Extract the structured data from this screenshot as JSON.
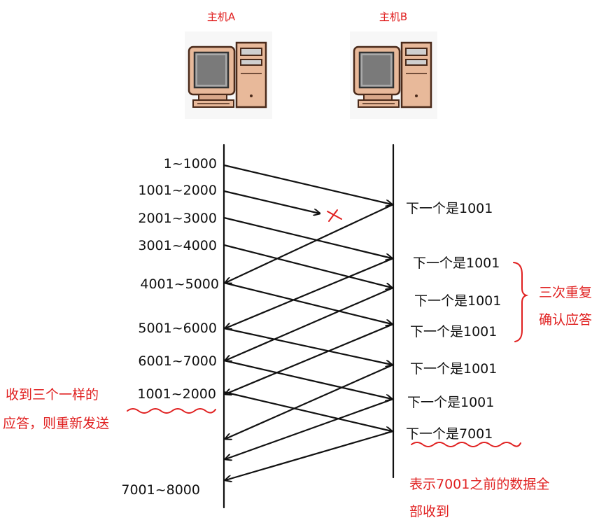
{
  "hosts": {
    "a": {
      "label": "主机A",
      "icon": "desktop-computer-icon"
    },
    "b": {
      "label": "主机B",
      "icon": "desktop-computer-icon"
    }
  },
  "segments": {
    "s1": "1~1000",
    "s2": "1001~2000",
    "s3": "2001~3000",
    "s4": "3001~4000",
    "s5": "4001~5000",
    "s6": "5001~6000",
    "s7": "6001~7000",
    "s8": "1001~2000",
    "s9": "7001~8000"
  },
  "acks": {
    "a1": "下一个是1001",
    "a2": "下一个是1001",
    "a3": "下一个是1001",
    "a4": "下一个是1001",
    "a5": "下一个是1001",
    "a6": "下一个是1001",
    "a7": "下一个是7001"
  },
  "notes": {
    "triple_line1": "三次重复",
    "triple_line2": "确认应答",
    "resend_line1": "收到三个一样的",
    "resend_line2": "应答，则重新发送",
    "all_line1": "表示7001之前的数据全",
    "all_line2": "部收到"
  },
  "colors": {
    "annotation": "#e02020",
    "ink": "#111111"
  }
}
